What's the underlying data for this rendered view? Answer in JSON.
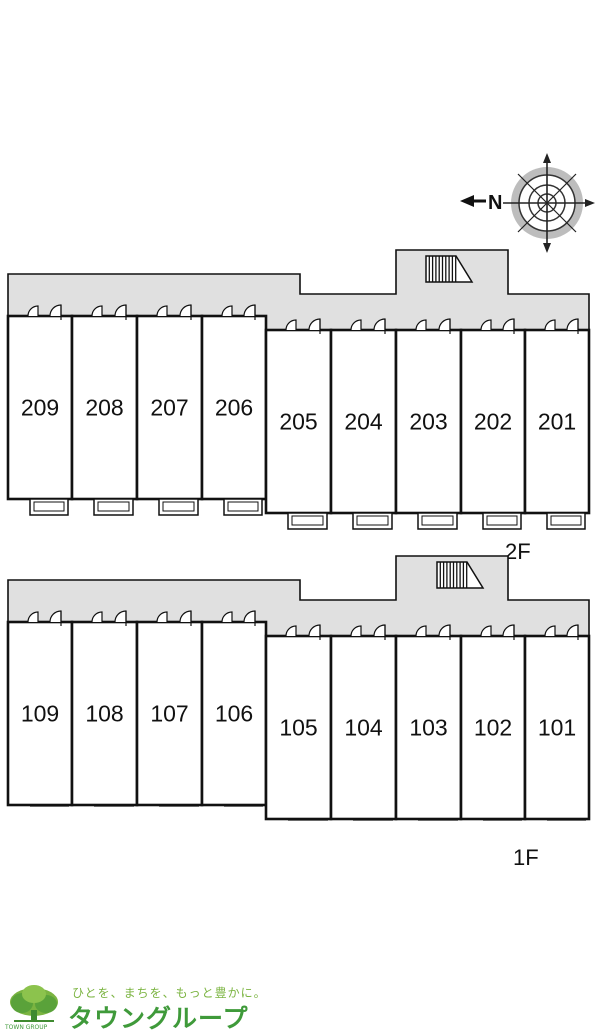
{
  "compass": {
    "north_label": "N",
    "icon": "compass-icon"
  },
  "floors": [
    {
      "id": "2F",
      "label": "2F",
      "units": [
        "209",
        "208",
        "207",
        "206",
        "205",
        "204",
        "203",
        "202",
        "201"
      ],
      "has_balconies": true
    },
    {
      "id": "1F",
      "label": "1F",
      "units": [
        "109",
        "108",
        "107",
        "106",
        "105",
        "104",
        "103",
        "102",
        "101"
      ],
      "has_balconies": false
    }
  ],
  "logo": {
    "tagline": "ひとを、まちを、もっと豊かに。",
    "name": "タウングループ",
    "sub": "TOWN GROUP"
  },
  "colors": {
    "corridor": "#e0e0e0",
    "wall": "#111111",
    "logo_green": "#3f9a3a"
  }
}
